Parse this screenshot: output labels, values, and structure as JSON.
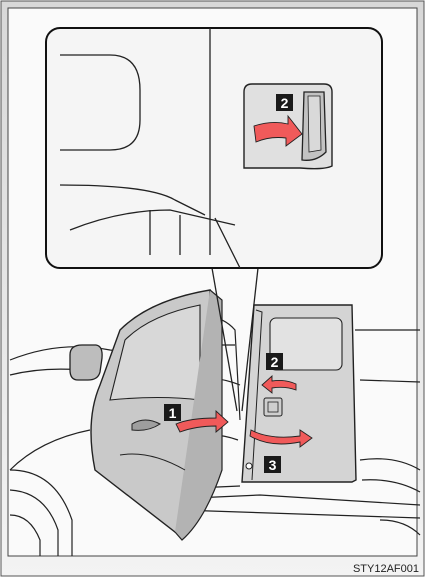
{
  "figure": {
    "code": "STY12AF001",
    "steps": {
      "inset_step": "2",
      "step_1": "1",
      "step_2": "2",
      "step_3": "3"
    }
  },
  "colors": {
    "background_top": "#d8d8d8",
    "background_bottom": "#f2f2f2",
    "door_fill": "#c9c9c9",
    "rear_door_fill": "#d4d4d4",
    "arrow_fill": "#f05a5a",
    "label_fill": "#1a1a1a",
    "line": "#222222"
  }
}
